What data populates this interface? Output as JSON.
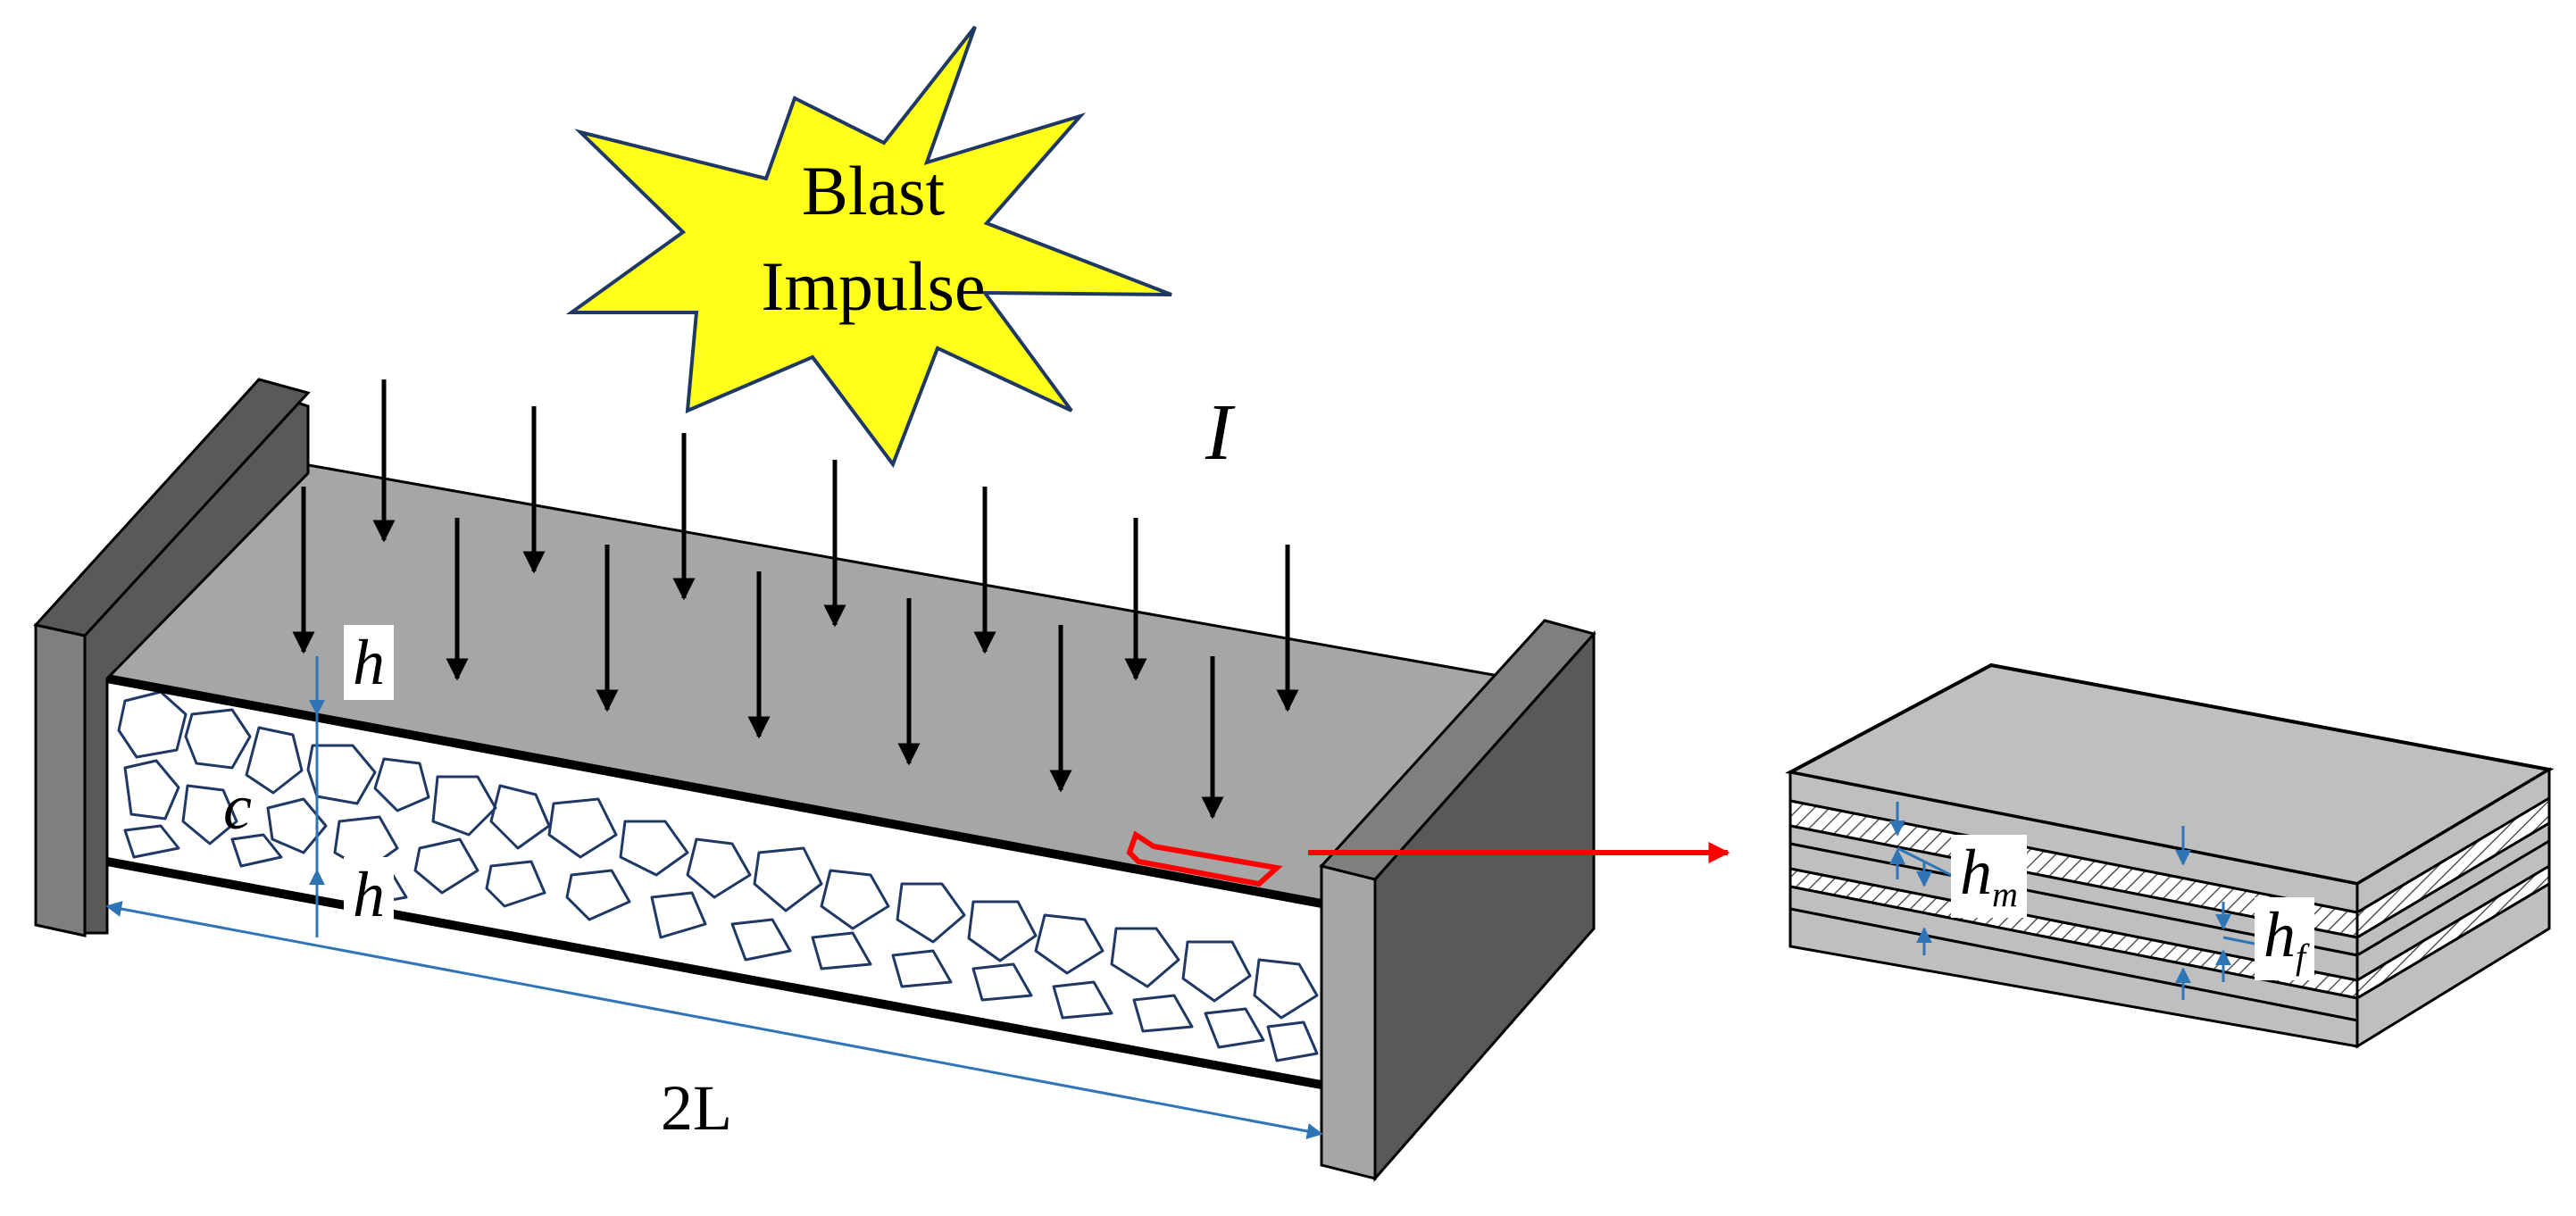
{
  "star": {
    "line1": "Blast",
    "line2": "Impulse"
  },
  "labels": {
    "impulse": "I",
    "face_thickness_top": "h",
    "core_thickness": "c",
    "face_thickness_bottom": "h",
    "span": "2L",
    "matrix_layer_symbol": "h",
    "matrix_layer_subscript": "m",
    "fiber_layer_symbol": "h",
    "fiber_layer_subscript": "f"
  },
  "colors": {
    "star_fill": "#FFFF1A",
    "star_stroke": "#1F3864",
    "top_face": "#A6A6A6",
    "support_front": "#7F7F7F",
    "support_side": "#595959",
    "core_edge": "#1F3864",
    "dimension": "#2E75B6",
    "highlight": "#FF0000",
    "laminate": "#BFBFBF"
  }
}
